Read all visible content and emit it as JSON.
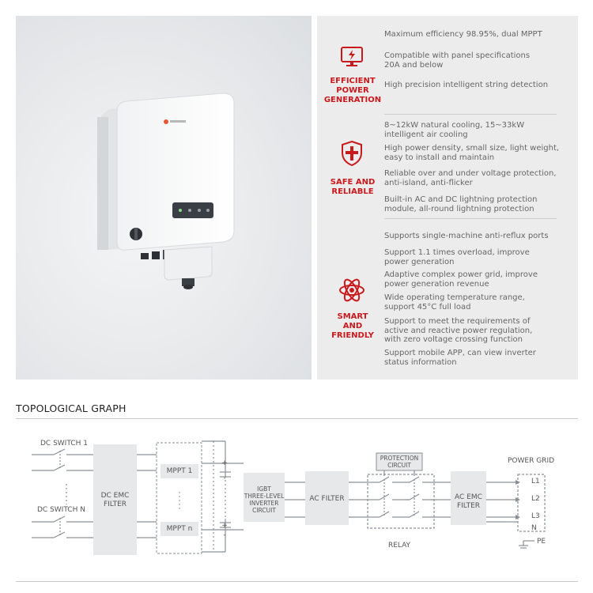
{
  "features": [
    {
      "title": "EFFICIENT\nPOWER\nGENERATION",
      "icon": "monitor-lightning-icon",
      "items": [
        "Maximum efficiency 98.95%, dual MPPT",
        "Compatible with panel specifications\n20A and below",
        "High precision intelligent string detection"
      ]
    },
    {
      "title": "SAFE AND\nRELIABLE",
      "icon": "shield-cross-icon",
      "items": [
        "8~12kW natural cooling, 15~33kW\nintelligent air cooling",
        "High power density, small size, light weight,\neasy to install and maintain",
        "Reliable over and under voltage protection,\nanti-island, anti-flicker",
        "Built-in AC and DC lightning protection\nmodule, all-round lightning protection"
      ]
    },
    {
      "title": "SMART\nAND\nFRIENDLY",
      "icon": "atom-icon",
      "items": [
        "Supports single-machine anti-reflux ports",
        "Support 1.1 times overload, improve\npower generation",
        "Adaptive complex power grid, improve\npower generation revenue",
        "Wide operating temperature range,\nsupport 45°C full load",
        "Support to meet the requirements of\nactive and reactive power regulation,\nwith zero voltage crossing function",
        "Support mobile APP, can view inverter\nstatus information"
      ]
    }
  ],
  "topology": {
    "title": "TOPOLOGICAL GRAPH",
    "dc_switch_1": "DC SWITCH 1",
    "dc_switch_n": "DC SWITCH N",
    "dc_emc_filter": "DC EMC\nFILTER",
    "mppt_1": "MPPT 1",
    "mppt_n": "MPPT n",
    "inverter": "IGBT\nTHREE-LEVEL\nINVERTER\nCIRCUIT",
    "ac_filter": "AC FILTER",
    "protection_circuit": "PROTECTION\nCIRCUIT",
    "relay": "RELAY",
    "ac_emc_filter": "AC EMC\nFILTER",
    "power_grid": "POWER GRID",
    "grid_lines": [
      "L1",
      "L2",
      "L3",
      "N"
    ],
    "pe": "PE",
    "plus": "+",
    "minus": "-"
  },
  "colors": {
    "accent": "#c8191d",
    "panel": "#ececec",
    "box": "#e7e8e9"
  }
}
